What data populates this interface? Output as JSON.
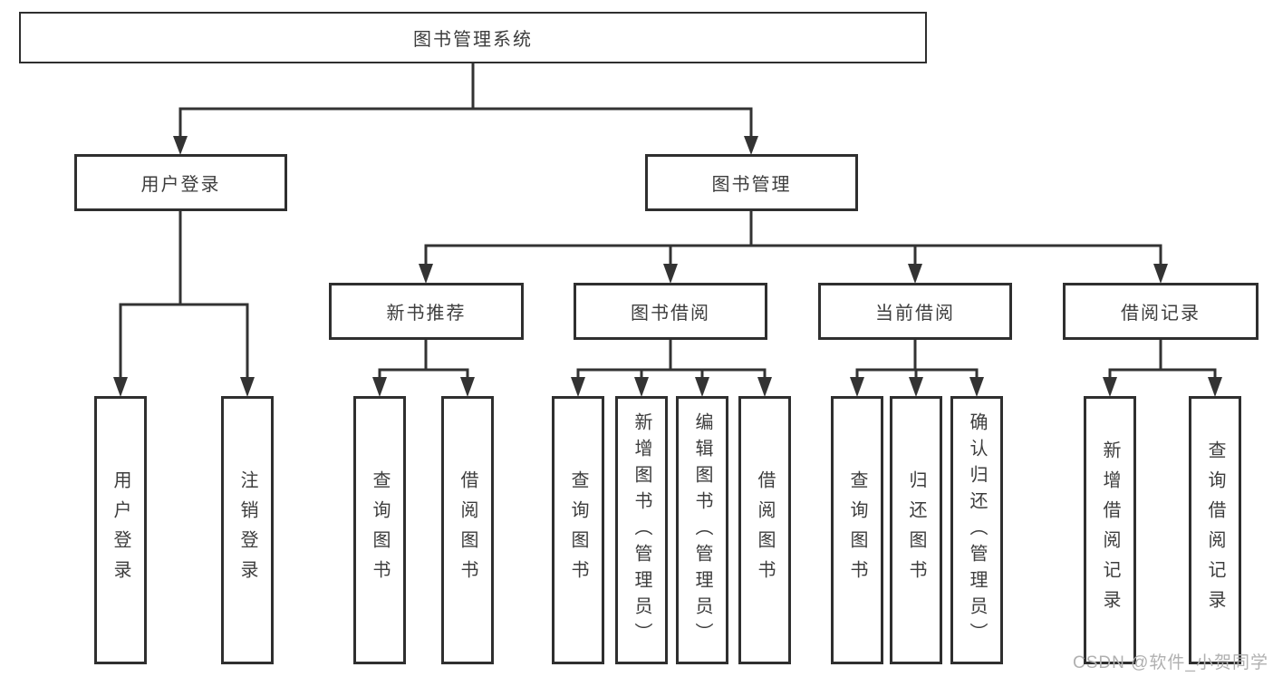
{
  "diagram": {
    "root": {
      "label": "图书管理系统"
    },
    "branches": [
      {
        "label": "用户登录",
        "children": [
          {
            "label": "用户登录"
          },
          {
            "label": "注销登录"
          }
        ]
      },
      {
        "label": "图书管理",
        "groups": [
          {
            "label": "新书推荐",
            "children": [
              {
                "label": "查询图书"
              },
              {
                "label": "借阅图书"
              }
            ]
          },
          {
            "label": "图书借阅",
            "children": [
              {
                "label": "查询图书"
              },
              {
                "label": "新增图书（管理员）"
              },
              {
                "label": "编辑图书（管理员）"
              },
              {
                "label": "借阅图书"
              }
            ]
          },
          {
            "label": "当前借阅",
            "children": [
              {
                "label": "查询图书"
              },
              {
                "label": "归还图书"
              },
              {
                "label": "确认归还（管理员）"
              }
            ]
          },
          {
            "label": "借阅记录",
            "children": [
              {
                "label": "新增借阅记录"
              },
              {
                "label": "查询借阅记录"
              }
            ]
          }
        ]
      }
    ],
    "watermark": "CSDN @软件_小贺同学",
    "colors": {
      "line": "#333333",
      "box_border": "#2f2f2f",
      "text": "#3d3d3d",
      "watermark": "#b0b0b0",
      "background": "#ffffff"
    }
  }
}
